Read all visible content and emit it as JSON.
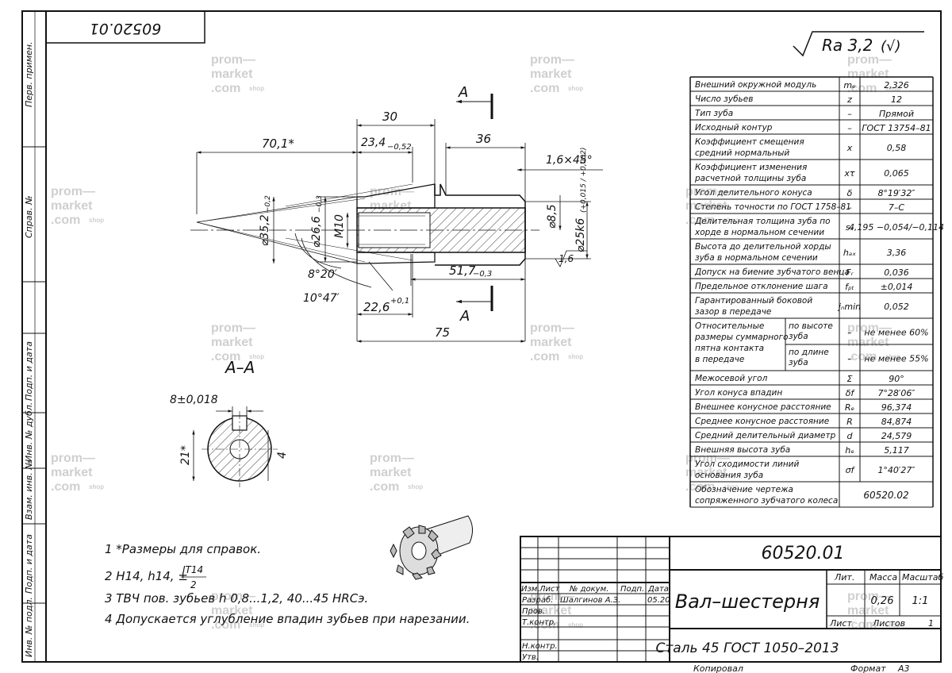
{
  "drawing_number": "60520.01",
  "drawing_number_mirrored": "60520.01",
  "roughness": {
    "label": "Ra 3,2",
    "suffix": "(√)"
  },
  "side_stamps": [
    "Перв. примен.",
    "Справ. №",
    "Подп. и дата",
    "Инв. № дубл.",
    "Взам. инв. №",
    "Подп. и дата",
    "Инв. № подл."
  ],
  "dimensions": {
    "d70": "70,1*",
    "d30": "30",
    "d23": "23,4",
    "d23_tol": "−0,52",
    "d36": "36",
    "chamfer": "1,6×45°",
    "dia35": "⌀35,2",
    "dia35_tol": "−0,2",
    "dia26": "⌀26,6",
    "dia26_tol": "−0,3",
    "m10": "M10",
    "dia8": "⌀8,5",
    "dia25": "⌀25k6",
    "dia25_tol": "(+0,015 / +0,002)",
    "angle1": "8°20′",
    "angle2": "10°47′",
    "d51": "51,7",
    "d51_tol": "−0,3",
    "d22": "22,6",
    "d22_tol": "+0,1",
    "d75": "75",
    "rough_local": "1,6",
    "section_letter": "A",
    "section_title": "A–A",
    "key_w": "8±0,018",
    "key_h": "21*",
    "key_d": "4"
  },
  "params": [
    {
      "name": "Внешний окружной модуль",
      "sym": "mₑ",
      "val": "2,326"
    },
    {
      "name": "Число зубьев",
      "sym": "z",
      "val": "12"
    },
    {
      "name": "Тип зуба",
      "sym": "–",
      "val": "Прямой"
    },
    {
      "name": "Исходный контур",
      "sym": "–",
      "val": "ГОСТ 13754–81"
    },
    {
      "name": "Коэффициент смещения|средний нормальный",
      "sym": "x",
      "val": "0,58"
    },
    {
      "name": "Коэффициент изменения|расчетной толщины зуба",
      "sym": "xτ",
      "val": "0,065"
    },
    {
      "name": "Угол делительного конуса",
      "sym": "δ",
      "val": "8°19′32″"
    },
    {
      "name": "Степень точности по ГОСТ 1758–81",
      "sym": "–",
      "val": "7–С"
    },
    {
      "name": "Делительная толщина зуба по|хорде в нормальном сечении",
      "sym": "sₓ",
      "val": "4,195 −0,054/−0,114"
    },
    {
      "name": "Высота до делительной хорды|зуба в нормальном сечении",
      "sym": "hₐₓ",
      "val": "3,36"
    },
    {
      "name": "Допуск на биение зубчатого венца",
      "sym": "Fᵣ",
      "val": "0,036"
    },
    {
      "name": "Предельное отклонение шага",
      "sym": "fₚₜ",
      "val": "±0,014"
    },
    {
      "name": "Гарантированный боковой|зазор в передаче",
      "sym": "jₙmin",
      "val": "0,052"
    },
    {
      "name": "Относительные|размеры суммарного|пятна контакта|в передаче",
      "sub1": "по высоте|зуба",
      "sub2": "по длине|зуба",
      "sym": "–",
      "val1": "не менее 60%",
      "val2": "не менее 55%"
    },
    {
      "name": "Межосевой угол",
      "sym": "Σ",
      "val": "90°"
    },
    {
      "name": "Угол конуса впадин",
      "sym": "δf",
      "val": "7°28′06″"
    },
    {
      "name": "Внешнее конусное расстояние",
      "sym": "Rₑ",
      "val": "96,374"
    },
    {
      "name": "Среднее конусное расстояние",
      "sym": "R",
      "val": "84,874"
    },
    {
      "name": "Средний делительный диаметр",
      "sym": "d",
      "val": "24,579"
    },
    {
      "name": "Внешняя высота зуба",
      "sym": "hₑ",
      "val": "5,117"
    },
    {
      "name": "Угол сходимости линий|основания зуба",
      "sym": "σf",
      "val": "1°40′27″"
    },
    {
      "name": "Обозначение чертежа|сопряженного зубчатого колеса",
      "val": "60520.02"
    }
  ],
  "notes": [
    "1  *Размеры для справок.",
    "2  H14, h14, ±",
    "3  ТВЧ пов. зубьев h 0,8...1,2, 40...45 HRCэ.",
    "4  Допускается углубление впадин зубьев при нарезании."
  ],
  "note2_fraction": {
    "num": "IT14",
    "den": "2"
  },
  "title_block": {
    "number": "60520.01",
    "name": "Вал–шестерня",
    "material": "Сталь 45  ГОСТ 1050–2013",
    "col_labels": [
      "Изм.",
      "Лист",
      "№ докум.",
      "Подп.",
      "Дата"
    ],
    "row_labels": [
      "Разраб.",
      "Пров.",
      "Т.контр.",
      "",
      "Н.контр.",
      "Утв."
    ],
    "developer": "Шалгинов А.З.",
    "date": "05.20",
    "lit": "Лит.",
    "mass_label": "Масса",
    "scale_label": "Масштаб",
    "mass": "0,26",
    "scale": "1:1",
    "sheet": "Лист",
    "sheets": "Листов",
    "sheets_n": "1"
  },
  "footer": {
    "copied": "Копировал",
    "format_label": "Формат",
    "format": "А3"
  },
  "watermark": {
    "l1": "prom—",
    "l2": "market",
    "l3": ".com",
    "l4": "shop"
  }
}
